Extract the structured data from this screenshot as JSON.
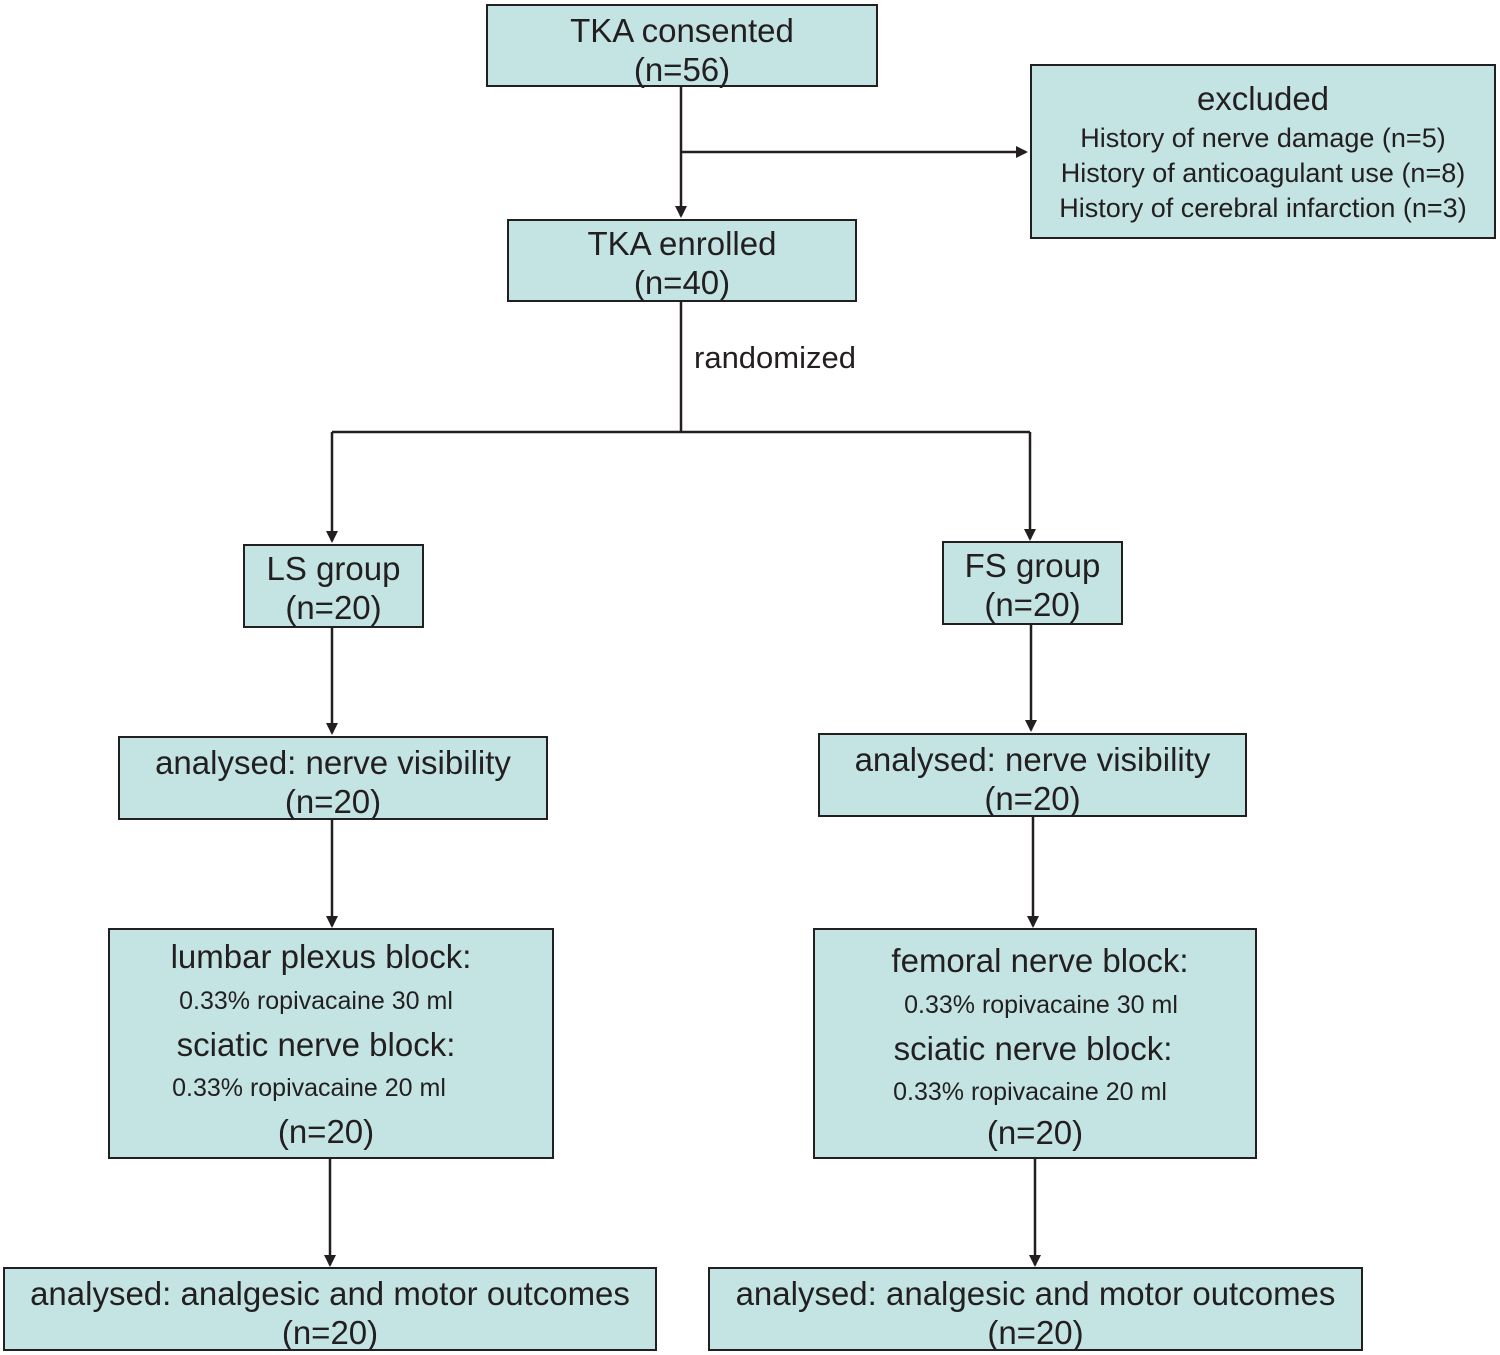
{
  "diagram": {
    "type": "flowchart",
    "colors": {
      "box_fill": "#c3e4e2",
      "stroke": "#231f20"
    },
    "nodes": {
      "consented": {
        "title": "TKA consented",
        "count": "(n=56)"
      },
      "excluded": {
        "title": "excluded",
        "reasons": [
          "History of nerve damage (n=5)",
          "History of anticoagulant use (n=8)",
          "History of cerebral infarction (n=3)"
        ]
      },
      "enrolled": {
        "title": "TKA enrolled",
        "count": "(n=40)"
      },
      "randomized_label": "randomized",
      "ls_group": {
        "title": "LS group",
        "count": "(n=20)"
      },
      "fs_group": {
        "title": "FS group",
        "count": "(n=20)"
      },
      "ls_visibility": {
        "title": "analysed: nerve visibility",
        "count": "(n=20)"
      },
      "fs_visibility": {
        "title": "analysed: nerve visibility",
        "count": "(n=20)"
      },
      "ls_block": {
        "block1": "lumbar plexus block:",
        "dose1": "0.33% ropivacaine 30 ml",
        "block2": "sciatic nerve block:",
        "dose2": "0.33% ropivacaine 20 ml",
        "count": "(n=20)"
      },
      "fs_block": {
        "block1": "femoral nerve block:",
        "dose1": "0.33% ropivacaine 30 ml",
        "block2": "sciatic nerve block:",
        "dose2": "0.33% ropivacaine 20 ml",
        "count": "(n=20)"
      },
      "ls_outcomes": {
        "title": "analysed: analgesic and motor outcomes",
        "count": "(n=20)"
      },
      "fs_outcomes": {
        "title": "analysed: analgesic and motor outcomes",
        "count": "(n=20)"
      }
    },
    "edges": [
      [
        "consented",
        "enrolled"
      ],
      [
        "consented",
        "excluded"
      ],
      [
        "enrolled",
        "ls_group"
      ],
      [
        "enrolled",
        "fs_group"
      ],
      [
        "ls_group",
        "ls_visibility"
      ],
      [
        "ls_visibility",
        "ls_block"
      ],
      [
        "ls_block",
        "ls_outcomes"
      ],
      [
        "fs_group",
        "fs_visibility"
      ],
      [
        "fs_visibility",
        "fs_block"
      ],
      [
        "fs_block",
        "fs_outcomes"
      ]
    ]
  }
}
